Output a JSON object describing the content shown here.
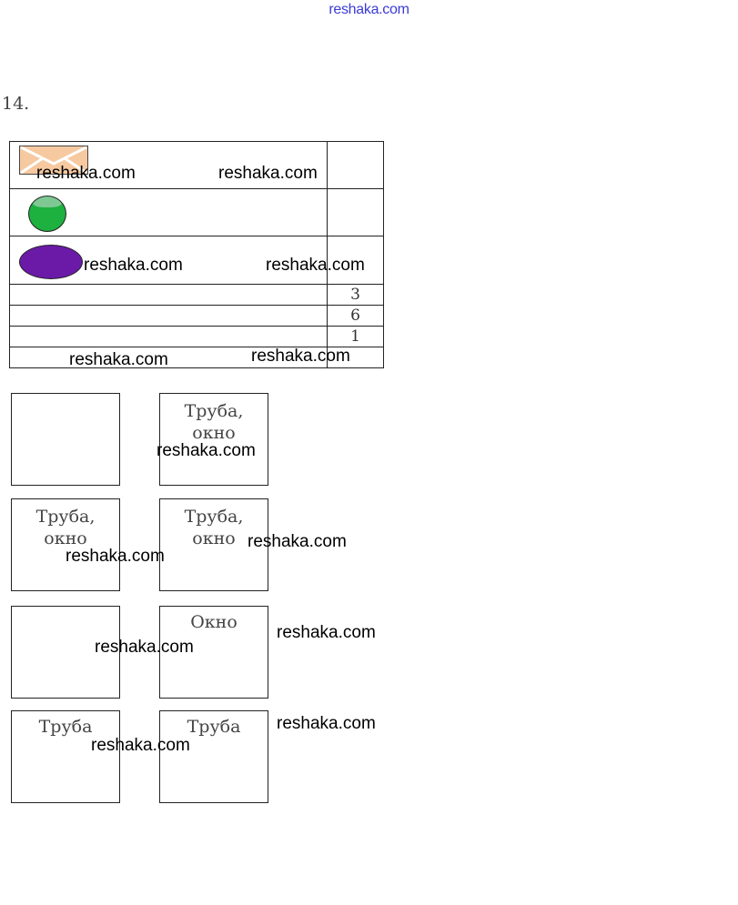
{
  "header": {
    "site_link": "reshaka.com"
  },
  "task": {
    "number": "14."
  },
  "table": {
    "shapes": [
      "envelope-icon",
      "circle-icon",
      "ellipse-icon"
    ],
    "colors": {
      "envelope": "#f6c9a0",
      "circle": "#1db140",
      "ellipse": "#6b1aa8"
    },
    "numbers": [
      "3",
      "6",
      "1"
    ]
  },
  "boxes": [
    {
      "text": ""
    },
    {
      "text": "Труба,\nокно"
    },
    {
      "text": "Труба,\nокно"
    },
    {
      "text": "Труба,\nокно"
    },
    {
      "text": ""
    },
    {
      "text": "Окно"
    },
    {
      "text": "Труба"
    },
    {
      "text": "Труба"
    }
  ],
  "watermark": "reshaka.com"
}
